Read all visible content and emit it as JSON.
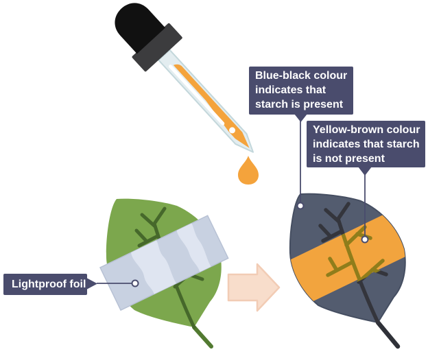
{
  "labels": {
    "blue_black": "Blue-black colour\nindicates that\nstarch is present",
    "yellow_brown": "Yellow-brown colour\nindicates that starch\nis not present",
    "lightproof_foil": "Lightproof foil"
  },
  "elements": {
    "pipette": "iodine-dropper-icon",
    "drop": "iodine-drop-icon",
    "leaf_before": "green-leaf-with-foil-icon",
    "arrow": "transition-arrow-icon",
    "leaf_after": "stained-leaf-icon"
  },
  "colors": {
    "background": "#ffffff",
    "label_bg": "#4a4c6d",
    "label_text": "#ffffff",
    "connector": "#4a4c6d",
    "leaf_green": "#7ca74d",
    "leaf_green_vein": "#46682b",
    "leaf_green_stem": "#527a31",
    "foil": "#c8d1e1",
    "foil_highlight": "#dfe5f1",
    "leaf_dark": "#535c6f",
    "leaf_dark_vein": "#34353c",
    "leaf_dark_stem": "#2f3138",
    "starch_band_orange": "#f2a43e",
    "band_vein": "#8f7d1b",
    "arrow_fill": "#f8ddcb",
    "arrow_stroke": "#f2ccb5",
    "pipette_bulb": "#111111",
    "pipette_collar": "#3c3c3e",
    "pipette_glass": "#e3edf0",
    "pipette_glass_stroke": "#c3d7db",
    "iodine_orange": "#f4a33c"
  }
}
